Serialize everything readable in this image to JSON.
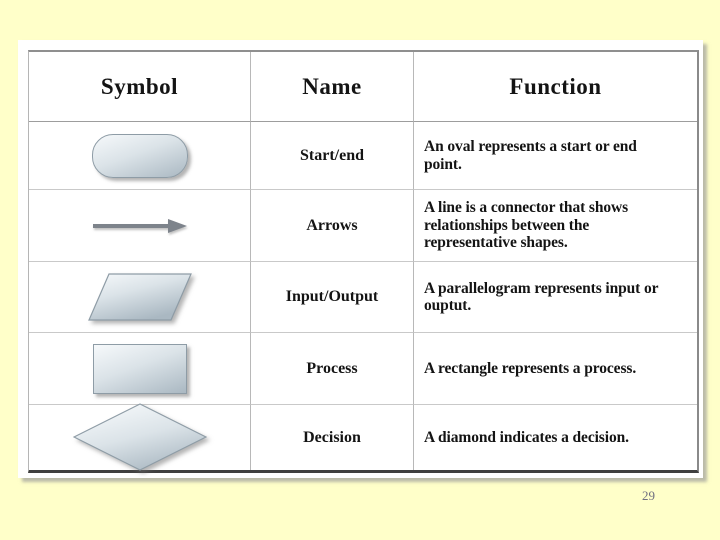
{
  "slide": {
    "background_color": "#FFFFC9",
    "page_number": "29"
  },
  "table": {
    "headers": [
      "Symbol",
      "Name",
      "Function"
    ],
    "rows": [
      {
        "symbol_icon": "oval-terminator-shape",
        "name": "Start/end",
        "function": "An oval represents a start or end point."
      },
      {
        "symbol_icon": "arrow-connector-shape",
        "name": "Arrows",
        "function": "A line is a connector that shows relationships between the representative shapes."
      },
      {
        "symbol_icon": "parallelogram-shape",
        "name": "Input/Output",
        "function": "A parallelogram represents input or ouptut."
      },
      {
        "symbol_icon": "rectangle-shape",
        "name": "Process",
        "function": "A rectangle represents a process."
      },
      {
        "symbol_icon": "diamond-shape",
        "name": "Decision",
        "function": "A diamond indicates a decision."
      }
    ],
    "colors": {
      "shape_fill_light": "#f6f9fb",
      "shape_fill_dark": "#aab8c2",
      "shape_border": "#8e9ca6",
      "arrow": "#7d838b",
      "grid_line_light": "#c9c9c9",
      "grid_line_medium": "#9d9d9d",
      "table_bottom_border": "#3f3f3f",
      "panel_background": "#ffffff",
      "page_number_color": "#6f6f80"
    }
  }
}
